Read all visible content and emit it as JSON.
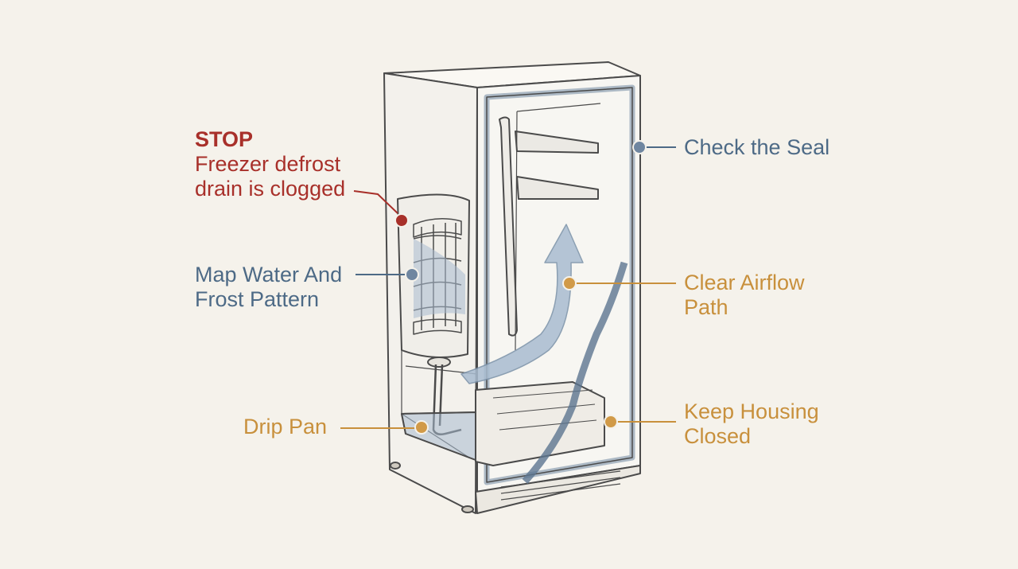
{
  "colors": {
    "background": "#f5f2eb",
    "warning": "#a8302a",
    "info": "#4d6a86",
    "action": "#c8903c",
    "outline": "#4b4b4b",
    "airflow": "#a9bcd0"
  },
  "callouts": {
    "stop": {
      "title": "STOP",
      "line1": "Freezer defrost",
      "line2": "drain is clogged"
    },
    "map_water": {
      "line1": "Map Water And",
      "line2": "Frost Pattern"
    },
    "drip_pan": {
      "line1": "Drip Pan"
    },
    "check_seal": {
      "line1": "Check the Seal"
    },
    "airflow": {
      "line1": "Clear Airflow",
      "line2": "Path"
    },
    "housing": {
      "line1": "Keep Housing",
      "line2": "Closed"
    }
  }
}
